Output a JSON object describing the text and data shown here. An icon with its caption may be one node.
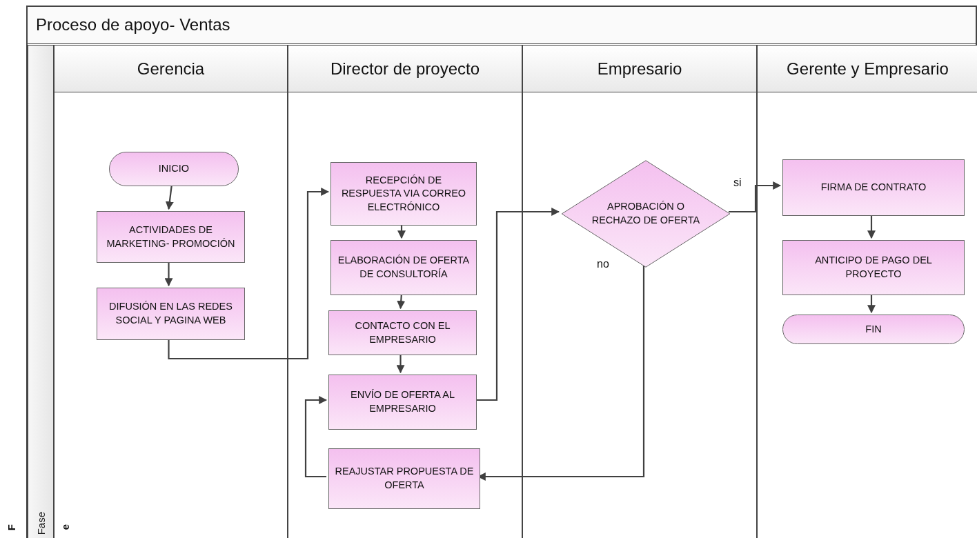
{
  "diagram": {
    "nodes": [
      {
        "text": [
          "Proceso de apoyo- Ventas"
        ]
      },
      {
        "text": [
          "Fase"
        ],
        "in": 0
      },
      {
        "text": [
          "Gerencia"
        ],
        "in": 0
      },
      {
        "text": [
          "Director de proyecto"
        ],
        "in": 0
      },
      {
        "text": [
          "Empresario"
        ],
        "in": 0
      },
      {
        "text": [
          "Gerente y Empresario"
        ],
        "in": 0
      },
      {
        "text": [
          "INICIO"
        ],
        "in": 2
      },
      {
        "text": [
          "ACTIVIDADES DE MARKETING- PROMOCIÓN"
        ],
        "in": 2
      },
      {
        "text": [
          "DIFUSIÓN EN LAS REDES SOCIAL Y PAGINA WEB"
        ],
        "in": 2
      },
      {
        "text": [
          "RECEPCIÓN DE RESPUESTA VIA CORREO ELECTRÓNICO"
        ],
        "in": 3
      },
      {
        "text": [
          "ELABORACIÓN DE OFERTA DE CONSULTORÍA"
        ],
        "in": 3
      },
      {
        "text": [
          "CONTACTO CON EL EMPRESARIO"
        ],
        "in": 3
      },
      {
        "text": [
          "ENVÍO DE OFERTA AL EMPRESARIO"
        ],
        "in": 3
      },
      {
        "text": [
          "REAJUSTAR PROPUESTA DE OFERTA"
        ],
        "in": 3
      },
      {
        "text": [
          "APROBACIÓN O RECHAZO DE OFERTA"
        ],
        "in": 4
      },
      {
        "text": [
          "FIRMA DE CONTRATO"
        ],
        "in": 5
      },
      {
        "text": [
          "ANTICIPO DE PAGO DEL PROYECTO"
        ],
        "in": 5
      },
      {
        "text": [
          "FIN"
        ],
        "in": 5
      }
    ],
    "edges": [
      {
        "from": 6,
        "to": 7,
        "arrow": "to"
      },
      {
        "from": 7,
        "to": 8,
        "arrow": "to"
      },
      {
        "from": 8,
        "to": 9,
        "arrow": "to"
      },
      {
        "from": 9,
        "to": 10,
        "arrow": "to"
      },
      {
        "from": 10,
        "to": 11,
        "arrow": "to"
      },
      {
        "from": 11,
        "to": 12,
        "arrow": "to"
      },
      {
        "from": 12,
        "to": 14,
        "arrow": "to"
      },
      {
        "from": 14,
        "to": 15,
        "label": "si",
        "arrow": "to"
      },
      {
        "from": 14,
        "to": 13,
        "label": "no",
        "arrow": "to"
      },
      {
        "from": 13,
        "to": 12,
        "arrow": "to"
      },
      {
        "from": 15,
        "to": 16,
        "arrow": "to"
      },
      {
        "from": 16,
        "to": 17,
        "arrow": "to"
      }
    ],
    "labels": [
      "F",
      "e"
    ]
  }
}
